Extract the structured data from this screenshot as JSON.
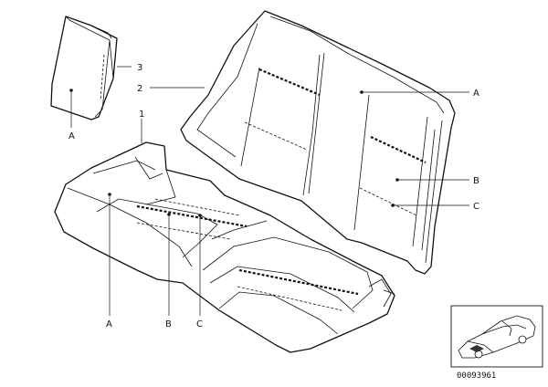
{
  "callouts": {
    "c1": "1",
    "c2": "2",
    "c3": "3",
    "a_headrest": "A",
    "a_backrest": "A",
    "b_backrest": "B",
    "c_backrest": "C",
    "a_seat": "A",
    "b_seat": "B",
    "c_seat": "C"
  },
  "part_number": "00093961",
  "colors": {
    "line": "#111111",
    "background": "#ffffff"
  }
}
